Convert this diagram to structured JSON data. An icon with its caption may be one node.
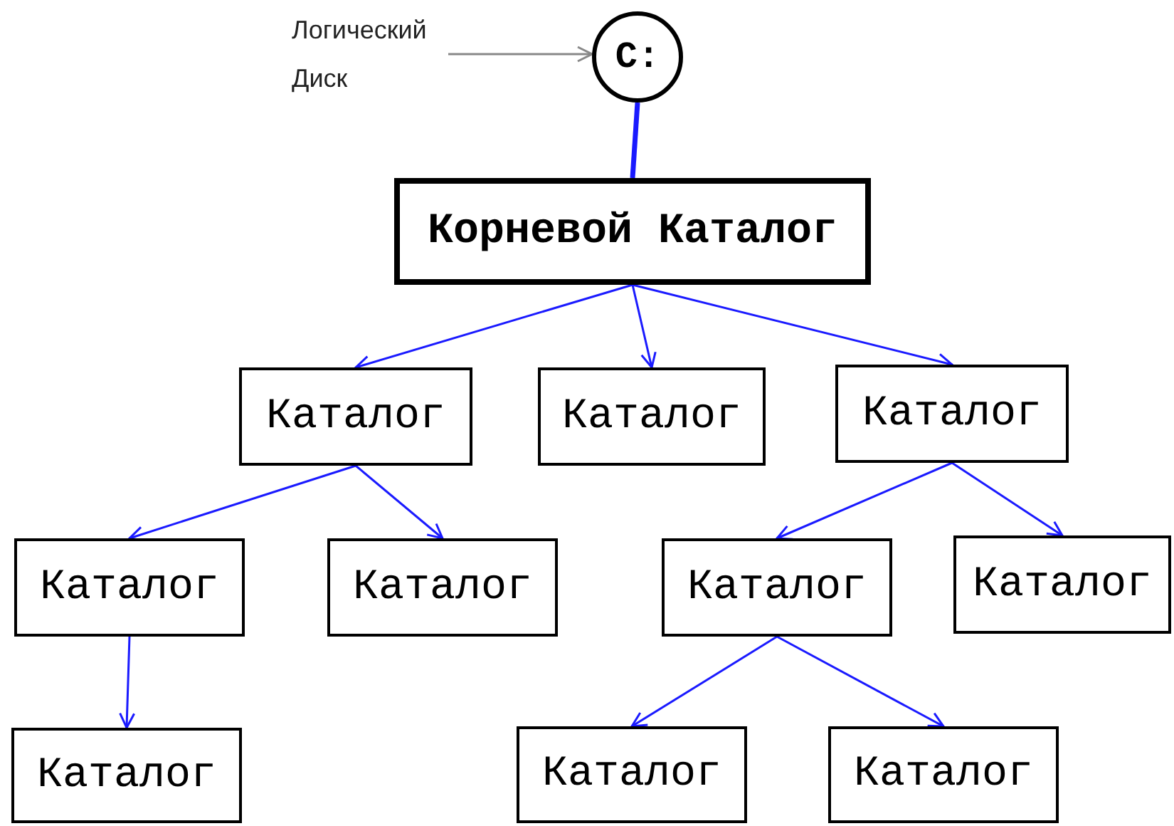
{
  "diagram": {
    "nodes": [
      {
        "text": [
          "Логический Диск"
        ]
      },
      {
        "text": [
          "C:"
        ]
      },
      {
        "text": [
          "Корневой Каталог"
        ]
      },
      {
        "text": [
          "Каталог"
        ]
      },
      {
        "text": [
          "Каталог"
        ]
      },
      {
        "text": [
          "Каталог"
        ]
      },
      {
        "text": [
          "Каталог"
        ]
      },
      {
        "text": [
          "Каталог"
        ]
      },
      {
        "text": [
          "Каталог"
        ]
      },
      {
        "text": [
          "Каталог"
        ]
      },
      {
        "text": [
          "Каталог"
        ]
      },
      {
        "text": [
          "Каталог"
        ]
      },
      {
        "text": [
          "Каталог"
        ]
      }
    ],
    "edges": [
      {
        "from": 0,
        "to": 1,
        "arrow": "to",
        "color": "#888888"
      },
      {
        "from": 1,
        "to": 2,
        "arrow": "none",
        "style": "thick"
      },
      {
        "from": 2,
        "to": 3,
        "arrow": "to"
      },
      {
        "from": 2,
        "to": 4,
        "arrow": "to"
      },
      {
        "from": 2,
        "to": 5,
        "arrow": "to"
      },
      {
        "from": 3,
        "to": 6,
        "arrow": "to"
      },
      {
        "from": 3,
        "to": 7,
        "arrow": "to"
      },
      {
        "from": 5,
        "to": 8,
        "arrow": "to"
      },
      {
        "from": 5,
        "to": 9,
        "arrow": "to"
      },
      {
        "from": 6,
        "to": 10,
        "arrow": "to"
      },
      {
        "from": 8,
        "to": 11,
        "arrow": "to"
      },
      {
        "from": 8,
        "to": 12,
        "arrow": "to"
      }
    ]
  }
}
